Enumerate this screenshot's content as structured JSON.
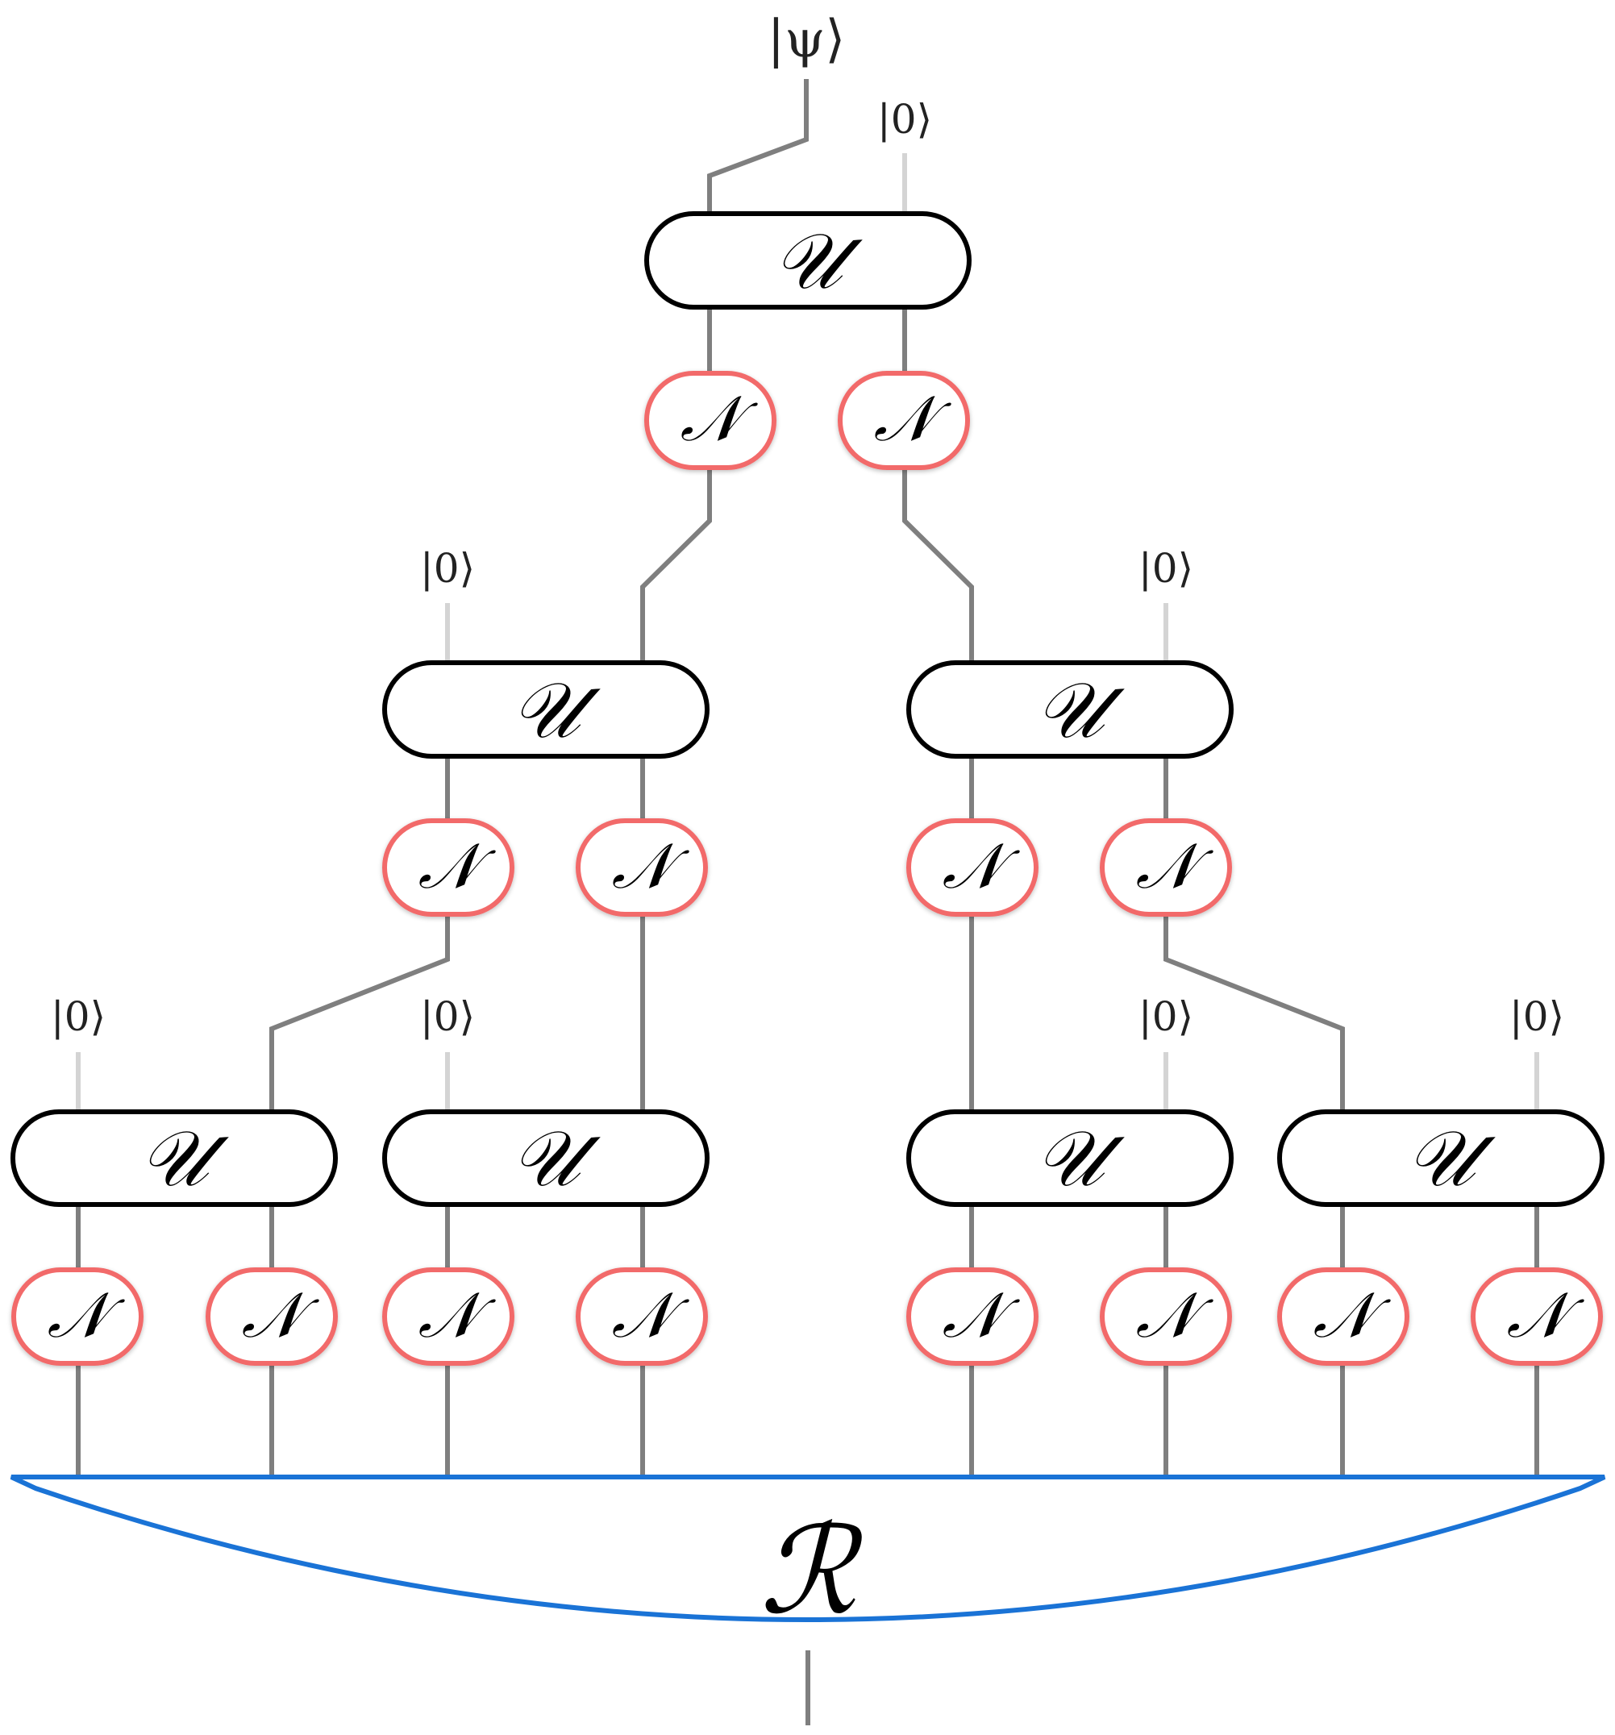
{
  "input_state": "|ψ⟩",
  "ancilla_state": "|0⟩",
  "unitary_label": "𝒰",
  "noise_label": "𝒩",
  "recovery_label": "ℛ",
  "colors": {
    "wire": "#7f7f7f",
    "ancilla_wire": "#d4d4d4",
    "unitary_border": "#000000",
    "noise_border": "#f26b6b",
    "recovery": "#1a73d6"
  }
}
